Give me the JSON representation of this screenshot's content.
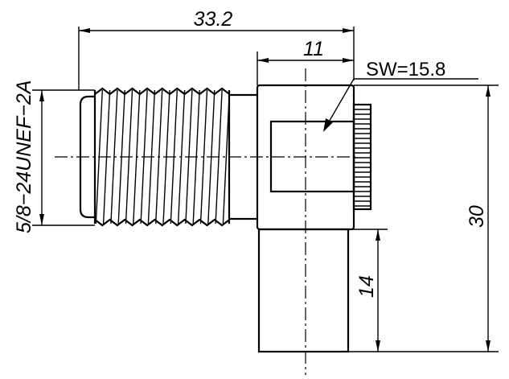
{
  "drawing": {
    "dimensions": {
      "overall_length": "33.2",
      "hex_length": "11",
      "wrench_size": "SW=15.8",
      "thread_spec": "5/8−24UNEF−2A",
      "overall_height": "30",
      "lower_height": "14"
    },
    "colors": {
      "line": "#000000",
      "background": "#ffffff"
    }
  }
}
